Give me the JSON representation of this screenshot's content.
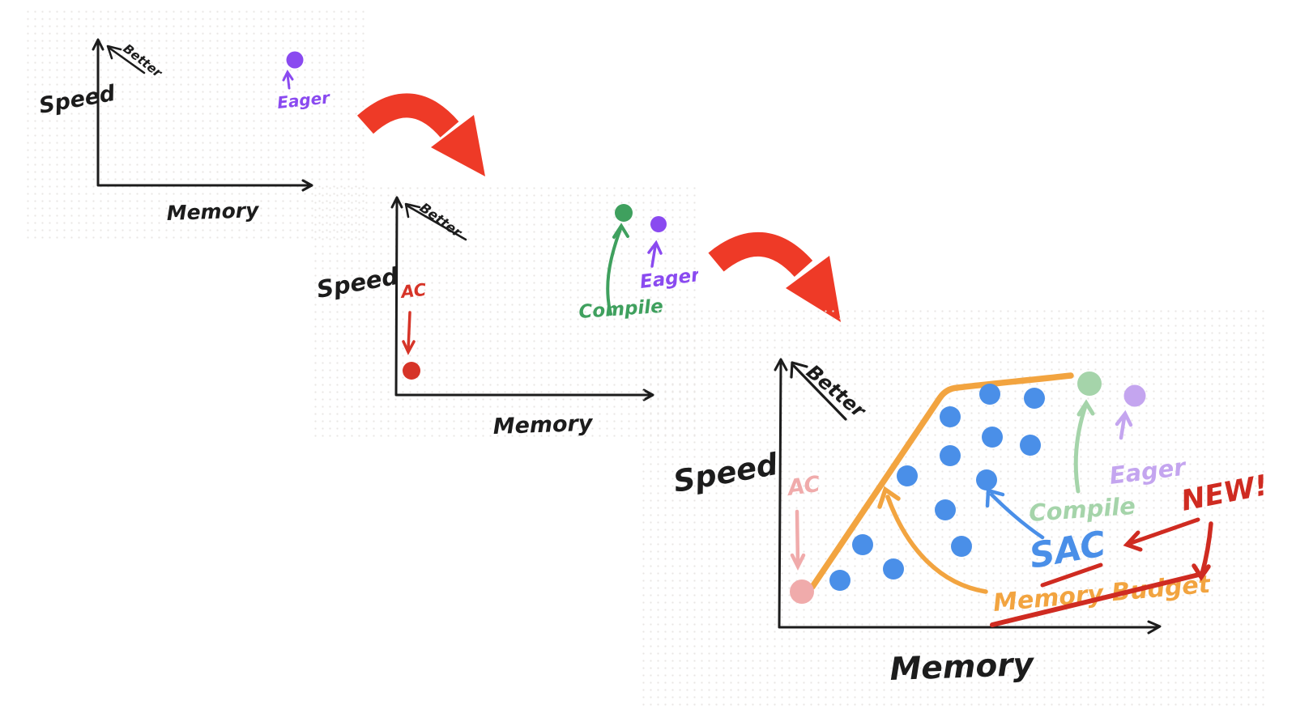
{
  "title": "Speed vs Memory hand-drawn progression sketch",
  "colors": {
    "ink": "#1c1c1c",
    "flow_arrow_red": "#ee3a27",
    "annotation_red": "#cf2b21",
    "red": "#d63428",
    "purple": "#8a4af0",
    "green": "#3fa05e",
    "light_green": "#a5d4aa",
    "light_purple": "#c4a5ef",
    "pink": "#f0abab",
    "blue": "#4a8fe8",
    "orange": "#f2a440"
  },
  "icons": {
    "flow_arrow_1": "curved-red-arrow",
    "flow_arrow_2": "curved-red-arrow"
  },
  "chart_data": {
    "type": "scatter",
    "description": "Three hand-drawn Speed-vs-Memory panels showing progression: Eager only; then AC and Compile added; finally SAC points forming a pareto frontier under an orange Memory Budget curve, marked NEW!",
    "panels": [
      {
        "id": "panel-1",
        "axis": {
          "x_label": "Memory",
          "y_label": "Speed",
          "better_label": "Better"
        },
        "markers": [
          {
            "name": "eager",
            "label": "Eager",
            "color": "#8a4af0",
            "r": 10.5,
            "points": [
              [
                334,
                64
              ]
            ]
          }
        ]
      },
      {
        "id": "panel-2",
        "axis": {
          "x_label": "Memory",
          "y_label": "Speed",
          "better_label": "Better"
        },
        "markers": [
          {
            "name": "ac",
            "label": "AC",
            "color": "#d63428",
            "r": 11,
            "points": [
              [
                123,
                230
              ]
            ]
          },
          {
            "name": "compile",
            "label": "Compile",
            "color": "#3fa05e",
            "r": 11,
            "points": [
              [
                385,
                35
              ]
            ]
          },
          {
            "name": "eager",
            "label": "Eager",
            "color": "#8a4af0",
            "r": 10,
            "points": [
              [
                428,
                49
              ]
            ]
          }
        ]
      },
      {
        "id": "panel-3",
        "axis": {
          "x_label": "Memory",
          "y_label": "Speed",
          "better_label": "Better"
        },
        "markers": [
          {
            "name": "ac",
            "label": "AC",
            "color": "#f0abab",
            "r": 15,
            "points": [
              [
                200,
                351
              ]
            ]
          },
          {
            "name": "compile",
            "label": "Compile",
            "color": "#a5d4aa",
            "r": 15,
            "points": [
              [
                555,
                94
              ]
            ]
          },
          {
            "name": "eager",
            "label": "Eager",
            "color": "#c4a5ef",
            "r": 13.5,
            "points": [
              [
                611,
                109
              ]
            ]
          },
          {
            "name": "sac",
            "label": "SAC",
            "color": "#4a8fe8",
            "r": 13,
            "points": [
              [
                383,
                135
              ],
              [
                432,
                107
              ],
              [
                487,
                112
              ],
              [
                435,
                160
              ],
              [
                482,
                170
              ],
              [
                383,
                183
              ],
              [
                330,
                208
              ],
              [
                428,
                213
              ],
              [
                377,
                250
              ],
              [
                275,
                293
              ],
              [
                397,
                295
              ],
              [
                313,
                323
              ],
              [
                247,
                337
              ]
            ]
          }
        ],
        "annotations": {
          "new_label": "NEW!",
          "memory_budget_label": "Memory Budget"
        }
      }
    ]
  }
}
